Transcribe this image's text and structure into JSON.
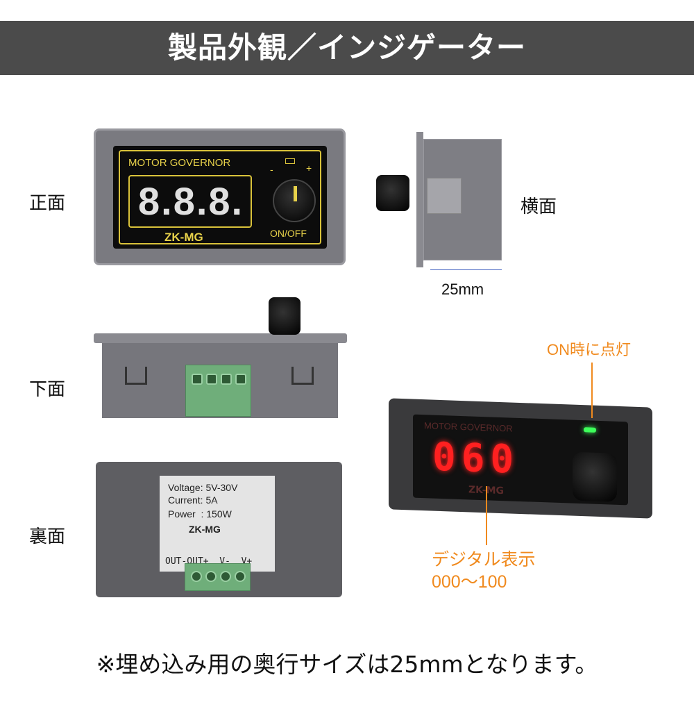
{
  "header": {
    "title": "製品外観／インジゲーター"
  },
  "labels": {
    "front": "正面",
    "side": "横面",
    "bottom": "下面",
    "back": "裏面",
    "depth": "25mm"
  },
  "front_panel": {
    "brand": "MOTOR GOVERNOR",
    "display": "8.8.8.",
    "model": "ZK-MG",
    "switch": "ON/OFF",
    "minus": "-",
    "plus": "+"
  },
  "back_label": {
    "voltage": "Voltage: 5V-30V",
    "current": "Current: 5A",
    "power": "Power  : 150W",
    "model": "ZK-MG",
    "terminals": "OUT-OUT+  V-  V+"
  },
  "lit_panel": {
    "brand": "MOTOR GOVERNOR",
    "display": "060",
    "model": "ZK-MG",
    "display_color": "#ff2020",
    "led_color": "#3dff5a"
  },
  "annotations": {
    "led": "ON時に点灯",
    "display_line1": "デジタル表示",
    "display_line2": "000～100",
    "color": "#f08a1e"
  },
  "footer": {
    "note": "※埋め込み用の奥行サイズは25mmとなります。"
  }
}
